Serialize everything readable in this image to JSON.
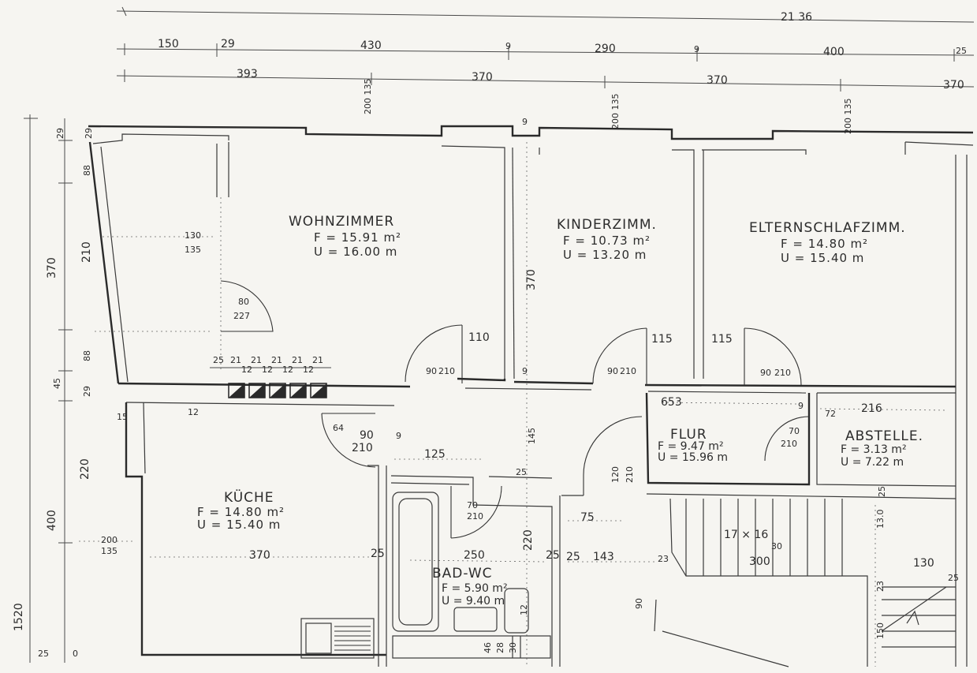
{
  "rooms": {
    "wohnzimmer": {
      "name": "WOHNZIMMER",
      "area": "F = 15.91 m²",
      "perimeter": "U = 16.00 m"
    },
    "kinderzimmer": {
      "name": "KINDERZIMM.",
      "area": "F = 10.73 m²",
      "perimeter": "U = 13.20 m"
    },
    "elternschlafzimmer": {
      "name": "ELTERNSCHLAFZIMM.",
      "area": "F = 14.80 m²",
      "perimeter": "U = 15.40 m"
    },
    "kueche": {
      "name": "KÜCHE",
      "area": "F = 14.80 m²",
      "perimeter": "U = 15.40 m"
    },
    "flur": {
      "name": "FLUR",
      "area": "F = 9.47 m²",
      "perimeter": "U = 15.96 m"
    },
    "abstelle": {
      "name": "ABSTELLE.",
      "area": "F = 3.13 m²",
      "perimeter": "U = 7.22 m"
    },
    "bad_wc": {
      "name": "BAD-WC",
      "area": "F = 5.90 m²",
      "perimeter": "U = 9.40 m"
    }
  },
  "dimensions": {
    "overall_top": "21 36",
    "top_row1": [
      "150",
      "29",
      "430",
      "9",
      "290",
      "9",
      "400",
      "25"
    ],
    "top_row2": [
      "393",
      "370",
      "370",
      "370"
    ],
    "window_marks": [
      "200 135",
      "9",
      "200 135",
      "200 135"
    ],
    "left_side": [
      "29",
      "29",
      "88",
      "210",
      "370",
      "88",
      "45",
      "29",
      "220",
      "400",
      "1520",
      "25",
      "0"
    ],
    "interior": [
      "130",
      "135",
      "80",
      "227",
      "25",
      "21",
      "12",
      "21",
      "12",
      "21",
      "21",
      "12",
      "21",
      "12",
      "12",
      "110",
      "90",
      "210",
      "370",
      "9",
      "115",
      "115",
      "90",
      "210",
      "90",
      "210",
      "653",
      "9",
      "216",
      "72",
      "64",
      "90",
      "210",
      "9",
      "125",
      "145",
      "25",
      "70",
      "210",
      "120",
      "210",
      "75",
      "25",
      "200",
      "135",
      "370",
      "25",
      "250",
      "25",
      "143",
      "220",
      "17 × 16",
      "30",
      "300",
      "23",
      "23",
      "130",
      "25",
      "13.0",
      "150",
      "90",
      "46",
      "28",
      "30",
      "12",
      "25",
      "70",
      "210",
      "15"
    ]
  },
  "stairs": {
    "label": "17 × 16 30",
    "run": "300"
  }
}
